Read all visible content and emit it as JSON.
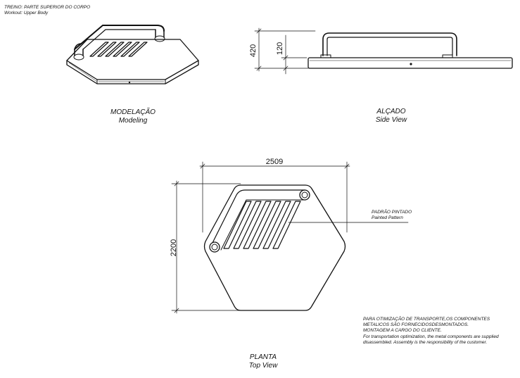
{
  "header": {
    "line1": "TREINO: PARTE SUPERIOR DO CORPO",
    "line2": "Workout: Upper Body"
  },
  "views": {
    "modeling": {
      "title": "MODELAÇÃO",
      "subtitle": "Modeling"
    },
    "side": {
      "title": "ALÇADO",
      "subtitle": "Side View"
    },
    "top": {
      "title": "PLANTA",
      "subtitle": "Top View"
    }
  },
  "dimensions": {
    "side_total_height": "420",
    "side_bar_height": "120",
    "plan_width": "2509",
    "plan_depth": "2200"
  },
  "callout": {
    "line1": "PADRÃO PINTADO",
    "line2": "Painted Pattern"
  },
  "note": {
    "line1": "PARA OTIMIZAÇÃO DE TRANSPORTE,OS COMPONENTES",
    "line2": "METALICOS SÃO FORNECIDOSDESMONTADOS.",
    "line3": "MONTAGEM A CARGO DO CLIENTE.",
    "line4": "For transportation optimization, the metal components are supplied",
    "line5": "disassembled. Assembly is the responsibility of the customer."
  }
}
